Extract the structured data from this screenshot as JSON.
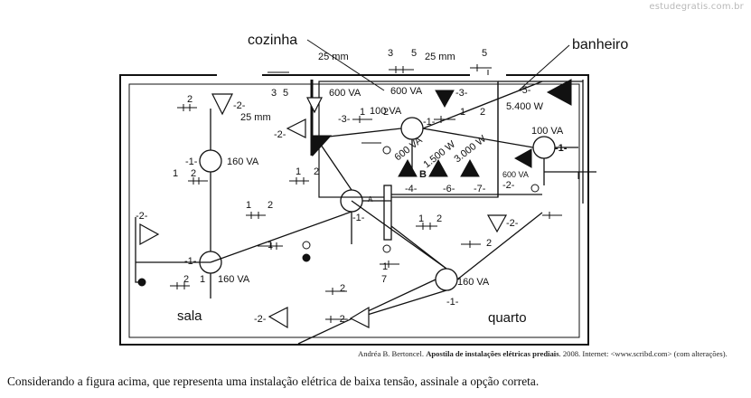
{
  "watermark": "estudegratis.com.br",
  "rooms": {
    "cozinha": "cozinha",
    "banheiro": "banheiro",
    "sala": "sala",
    "quarto": "quarto"
  },
  "labels": {
    "mm_25_a": "25 mm",
    "mm_25_b": "25 mm",
    "mm_25_c": "25 mm",
    "va_600_kitchen": "600 VA",
    "va_600_kitchen2": "600 VA",
    "va_600_circuit": "600 VA",
    "va_600_bath": "600 VA",
    "va_100_kitchen": "100 VA",
    "va_100_bath": "100 VA",
    "va_160_sala_top": "160 VA",
    "va_160_sala_bottom": "160 VA",
    "va_160_quarto": "160 VA",
    "w_1500": "1.500 W",
    "w_3000": "3.000 W",
    "w_5400": "5.400 W",
    "letter_b": "B",
    "letter_a": "A",
    "num_2": "2",
    "num_3": "3",
    "num_5": "5",
    "num_1": "1",
    "num_7": "7",
    "c1": "-1-",
    "c2": "-2-",
    "c3": "-3-",
    "c4": "-4-",
    "c5": "-5-",
    "c6": "-6-",
    "c7": "-7-"
  },
  "caption": {
    "author": "Andréa B. Bertoncel.",
    "title": "Apostila de instalações elétricas prediais",
    "rest": ". 2008. Internet: <www.scribd.com> (com alterações)."
  },
  "question": "Considerando a figura acima, que representa uma instalação elétrica de baixa tensão, assinale a opção correta.",
  "colors": {
    "ink": "#111111",
    "watermark": "#b9b9b9"
  }
}
